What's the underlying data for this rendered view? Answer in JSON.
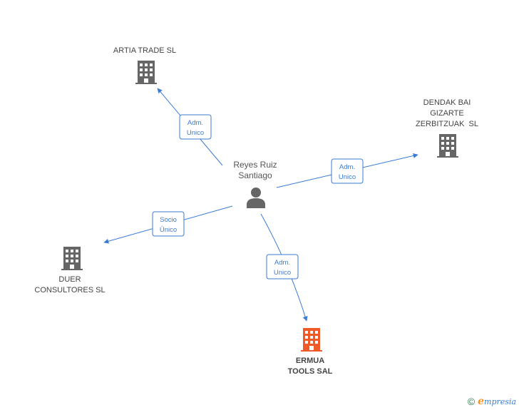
{
  "person": {
    "name_line1": "Reyes Ruiz",
    "name_line2": "Santiago"
  },
  "companies": [
    {
      "id": "artia",
      "lines": [
        "ARTIA TRADE SL"
      ],
      "highlight": false
    },
    {
      "id": "dendak",
      "lines": [
        "DENDAK BAI",
        "GIZARTE",
        "ZERBITZUAK  SL"
      ],
      "highlight": false
    },
    {
      "id": "duer",
      "lines": [
        "DUER",
        "CONSULTORES SL"
      ],
      "highlight": false
    },
    {
      "id": "ermua",
      "lines": [
        "ERMUA",
        "TOOLS SAL"
      ],
      "highlight": true
    }
  ],
  "edges": [
    {
      "to": "artia",
      "lines": [
        "Adm.",
        "Unico"
      ]
    },
    {
      "to": "dendak",
      "lines": [
        "Adm.",
        "Unico"
      ]
    },
    {
      "to": "duer",
      "lines": [
        "Socio",
        "Único"
      ]
    },
    {
      "to": "ermua",
      "lines": [
        "Adm.",
        "Unico"
      ]
    }
  ],
  "colors": {
    "edge": "#3a7bd5",
    "building": "#666666",
    "highlight": "#f05a28",
    "person": "#666666"
  },
  "footer": {
    "symbol": "©",
    "brand_first": "e",
    "brand_rest": "mpresia"
  }
}
